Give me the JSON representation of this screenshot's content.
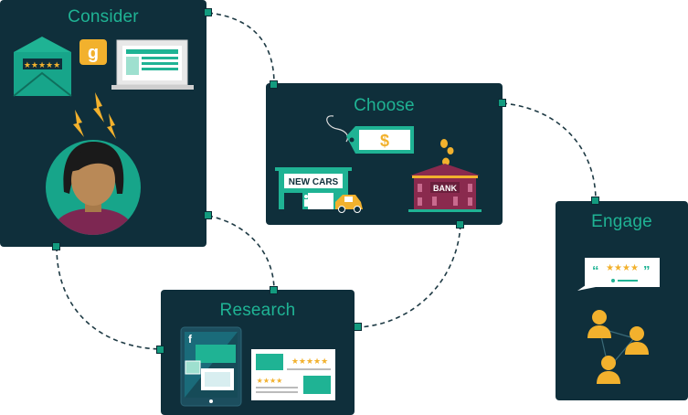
{
  "stages": {
    "consider": {
      "title": "Consider"
    },
    "choose": {
      "title": "Choose",
      "dealer_sign": "NEW CARS",
      "bank_sign": "BANK",
      "price_symbol": "$"
    },
    "research": {
      "title": "Research",
      "social_letter": "f"
    },
    "engage": {
      "title": "Engage"
    }
  },
  "consider_extra": {
    "search_letter": "g"
  },
  "colors": {
    "card": "#0f2f3b",
    "accent_teal": "#1fb394",
    "connector": "#1e3a44",
    "gold": "#f2b12d",
    "bank_maroon": "#8a2a4e"
  },
  "icons": {
    "consider": [
      "envelope-rating-icon",
      "search-app-icon",
      "laptop-icon",
      "lightning-icon",
      "person-avatar-icon"
    ],
    "choose": [
      "price-tag-icon",
      "car-dealership-icon",
      "car-icon",
      "bank-icon",
      "coins-icon"
    ],
    "research": [
      "tablet-social-icon",
      "review-card-icon"
    ],
    "engage": [
      "review-quote-bubble-icon",
      "people-network-icon"
    ]
  }
}
